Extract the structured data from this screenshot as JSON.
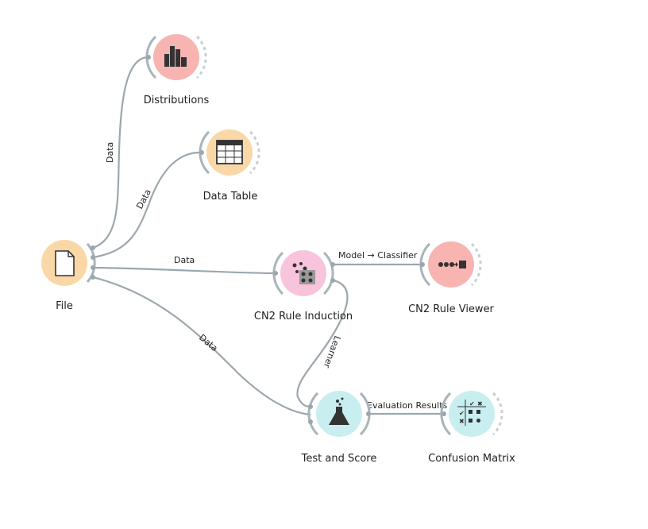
{
  "nodes": {
    "file": {
      "label": "File",
      "icon": "file-icon",
      "color": "#fad7a6"
    },
    "distributions": {
      "label": "Distributions",
      "icon": "bar-chart-icon",
      "color": "#f7b4b0"
    },
    "data_table": {
      "label": "Data Table",
      "icon": "table-icon",
      "color": "#fad7a6"
    },
    "cn2_rule_induction": {
      "label": "CN2 Rule Induction",
      "icon": "dots-icon",
      "color": "#f8c3dc"
    },
    "cn2_rule_viewer": {
      "label": "CN2 Rule Viewer",
      "icon": "rule-viewer-icon",
      "color": "#f7b4b0"
    },
    "test_and_score": {
      "label": "Test and Score",
      "icon": "flask-icon",
      "color": "#c8eef0"
    },
    "confusion_matrix": {
      "label": "Confusion Matrix",
      "icon": "matrix-icon",
      "color": "#c8eef0"
    }
  },
  "links": {
    "file_distributions": "Data",
    "file_data_table": "Data",
    "file_cn2": "Data",
    "file_test_score": "Data",
    "cn2_viewer": "Model → Classifier",
    "cn2_test_score": "Learner",
    "test_score_confusion": "Evaluation Results"
  }
}
